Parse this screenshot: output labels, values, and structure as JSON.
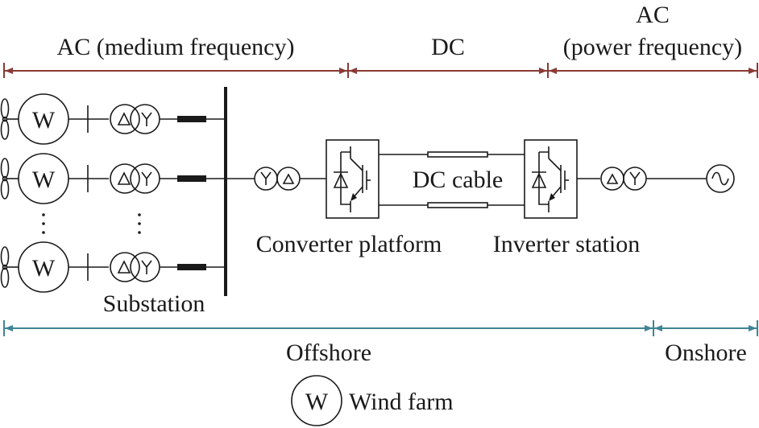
{
  "diagram": {
    "type": "offshore wind farm transmission single-line diagram",
    "top_sections": [
      {
        "label": "AC (medium frequency)"
      },
      {
        "label": "DC"
      },
      {
        "label_line1": "AC",
        "label_line2": "(power frequency)"
      }
    ],
    "bottom_sections": [
      {
        "label": "Offshore"
      },
      {
        "label": "Onshore"
      }
    ],
    "generator_symbol": "W",
    "ellipsis": "⋮",
    "labels": {
      "substation": "Substation",
      "converter_platform": "Converter platform",
      "dc_cable": "DC cable",
      "inverter_station": "Inverter station"
    },
    "transformer_symbols": {
      "delta": "Δ",
      "wye": "Y"
    },
    "ac_source_symbol": "~",
    "legend": {
      "symbol": "W",
      "label": "Wind farm"
    },
    "colors": {
      "voltage_dimension": "#8b3a35",
      "location_dimension": "#3f8596",
      "stroke": "#1a1a1a"
    }
  }
}
